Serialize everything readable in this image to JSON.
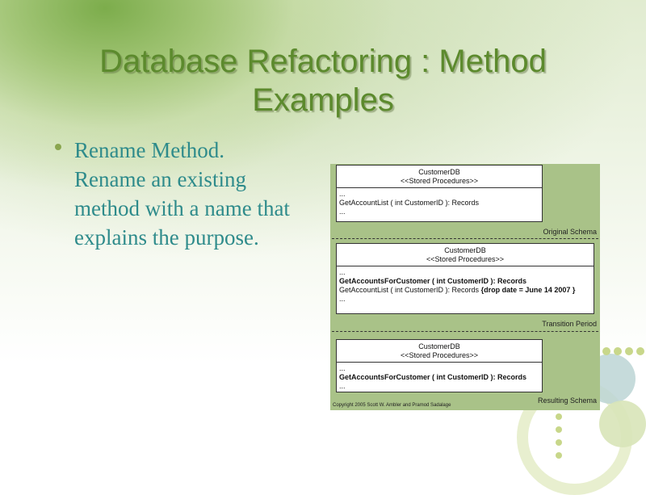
{
  "slide": {
    "title": "Database Refactoring : Method Examples",
    "bullet": "Rename Method. Rename an existing method with a name that explains the purpose."
  },
  "diagram": {
    "original": {
      "name": "CustomerDB",
      "stereotype": "<<Stored Procedures>>",
      "lines": [
        "...",
        "GetAccountList ( int CustomerID ): Records",
        "..."
      ],
      "phase": "Original Schema"
    },
    "transition": {
      "name": "CustomerDB",
      "stereotype": "<<Stored Procedures>>",
      "line1": "...",
      "line2_bold": "GetAccountsForCustomer ( int CustomerID ): Records",
      "line3": "GetAccountList ( int CustomerID ): Records",
      "line3_bold": "{drop date = June 14 2007 }",
      "line4": "...",
      "phase": "Transition Period"
    },
    "resulting": {
      "name": "CustomerDB",
      "stereotype": "<<Stored Procedures>>",
      "line1": "...",
      "line2_bold": "GetAccountsForCustomer ( int CustomerID ): Records",
      "line3": "...",
      "phase": "Resulting Schema"
    },
    "copyright": "Copyright 2005 Scott W. Ambler and Pramod Sadalage"
  },
  "colors": {
    "title": "#5c8a2d",
    "bullet_text": "#2e8b8b",
    "diagram_bg": "#a9c288"
  }
}
